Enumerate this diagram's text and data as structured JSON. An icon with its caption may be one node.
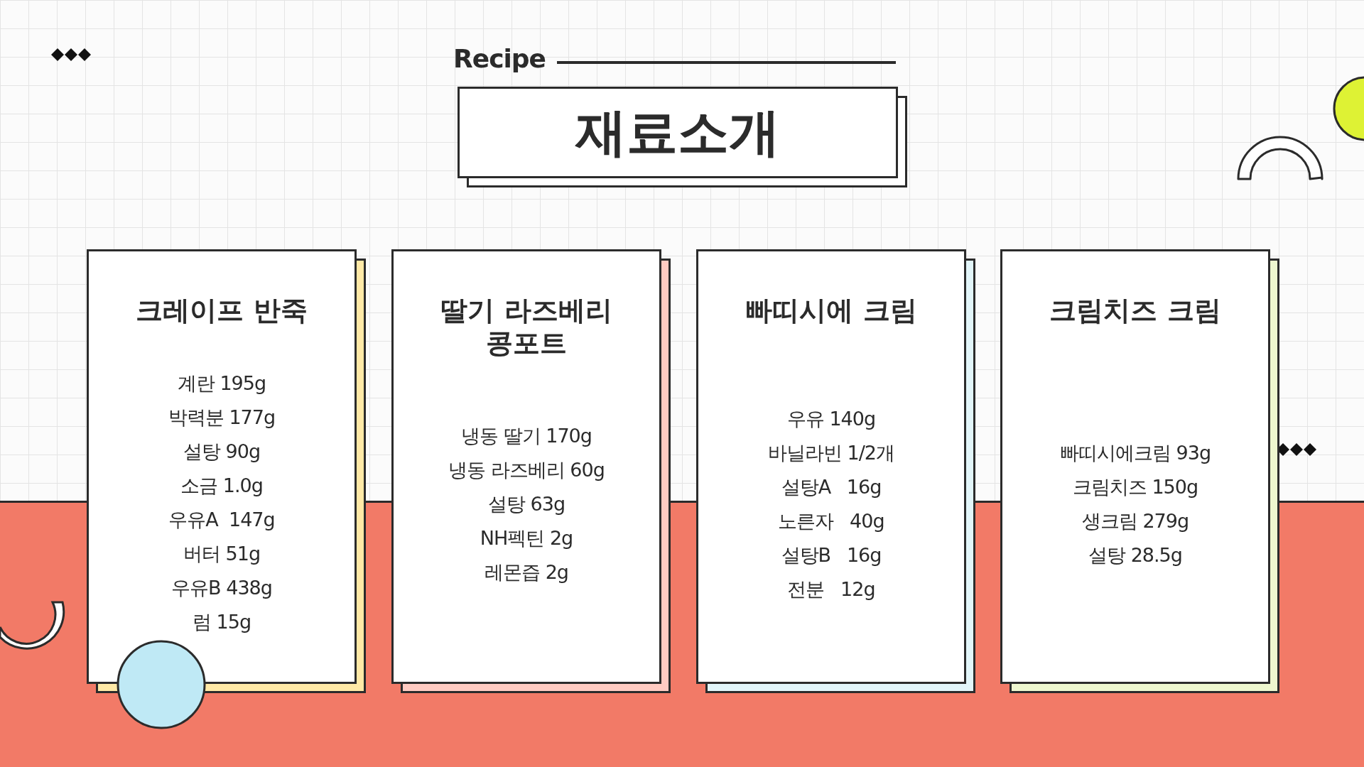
{
  "diagram": {
    "title": "재료소개",
    "nodes": [
      {
        "text": [
          "크레이프 반죽",
          "계란 195g",
          "박력분 177g",
          "설탕 90g",
          "소금 1.0g",
          "우유A  147g",
          "버터 51g",
          "우유B 438g",
          "럼 15g"
        ]
      },
      {
        "text": [
          "딸기 라즈베리 콩포트",
          "냉동 딸기 170g",
          "냉동 라즈베리 60g",
          "설탕 63g",
          "NH펙틴 2g",
          "레몬즙 2g"
        ]
      },
      {
        "text": [
          "빠띠시에 크림",
          "우유 140g",
          "바닐라빈 1/2개",
          "설탕A   16g",
          "노른자   40g",
          "설탕B   16g",
          "전분   12g"
        ]
      },
      {
        "text": [
          "크림치즈 크림",
          "빠띠시에크림 93g",
          "크림치즈 150g",
          "생크림 279g",
          "설탕 28.5g"
        ]
      }
    ],
    "labels": [
      "Recipe"
    ]
  }
}
